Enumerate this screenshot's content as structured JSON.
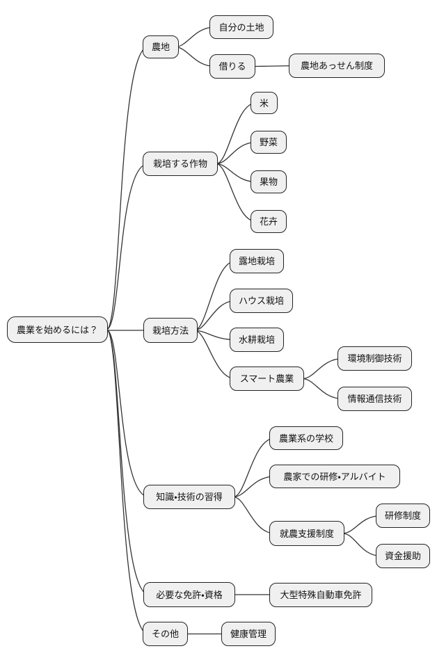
{
  "colors": {
    "background": "#ffffff",
    "node_fill": "#f0f0f0",
    "node_border": "#222222",
    "edge_line": "#333333",
    "text": "#111111"
  },
  "mindmap": {
    "root": {
      "label": "農業を始めるには？"
    },
    "branches": [
      {
        "label": "農地",
        "children": [
          {
            "label": "自分の土地",
            "children": []
          },
          {
            "label": "借りる",
            "children": [
              {
                "label": "農地あっせん制度"
              }
            ]
          }
        ]
      },
      {
        "label": "栽培する作物",
        "children": [
          {
            "label": "米"
          },
          {
            "label": "野菜"
          },
          {
            "label": "果物"
          },
          {
            "label": "花卉"
          }
        ]
      },
      {
        "label": "栽培方法",
        "children": [
          {
            "label": "露地栽培"
          },
          {
            "label": "ハウス栽培"
          },
          {
            "label": "水耕栽培"
          },
          {
            "label": "スマート農業",
            "children": [
              {
                "label": "環境制御技術"
              },
              {
                "label": "情報通信技術"
              }
            ]
          }
        ]
      },
      {
        "label": "知識・技術の習得",
        "children": [
          {
            "label": "農業系の学校"
          },
          {
            "label": "農家での研修・アルバイト"
          },
          {
            "label": "就農支援制度",
            "children": [
              {
                "label": "研修制度"
              },
              {
                "label": "資金援助"
              }
            ]
          }
        ]
      },
      {
        "label": "必要な免許・資格",
        "children": [
          {
            "label": "大型特殊自動車免許"
          }
        ]
      },
      {
        "label": "その他",
        "children": [
          {
            "label": "健康管理"
          }
        ]
      }
    ]
  }
}
